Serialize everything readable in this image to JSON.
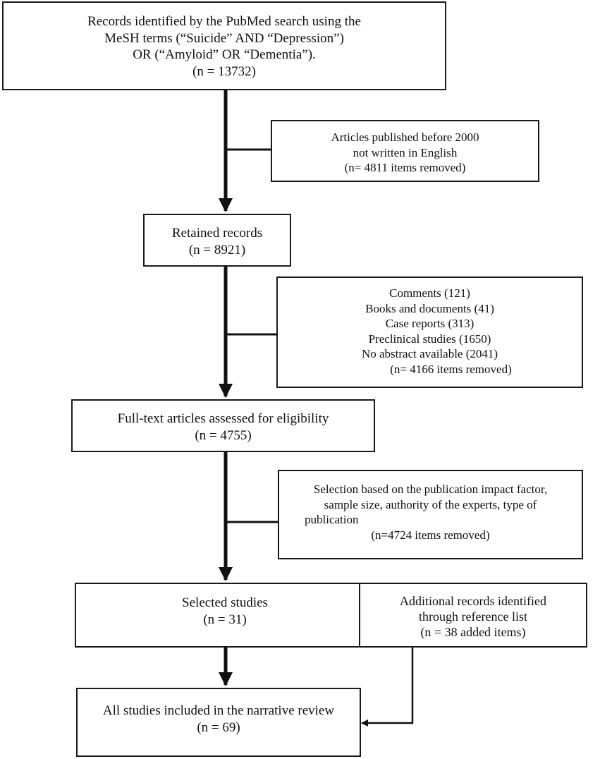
{
  "flowchart": {
    "boxes": {
      "search": {
        "lines": [
          "Records identified by the PubMed search using the",
          "MeSH terms (“Suicide” AND “Depression”)",
          "OR (“Amyloid” OR “Dementia”).",
          "(n = 13732)"
        ]
      },
      "excluded_language": {
        "lines": [
          "Articles published before 2000",
          "not written in English",
          "(n= 4811 items removed)"
        ]
      },
      "retained": {
        "lines": [
          "Retained records",
          "(n = 8921)"
        ]
      },
      "excluded_types": {
        "lines": [
          "Comments (121)",
          "Books and documents (41)",
          "Case reports (313)",
          "Preclinical studies (1650)",
          "No abstract available (2041)",
          "(n= 4166 items removed)"
        ]
      },
      "fulltext": {
        "lines": [
          "Full-text articles assessed for eligibility",
          "(n = 4755)"
        ]
      },
      "excluded_selection": {
        "lines": [
          "Selection based on the publication impact factor,",
          "sample size, authority of the experts, type of",
          "publication",
          "(n=4724 items removed)"
        ]
      },
      "selected": {
        "lines": [
          "Selected studies",
          "(n = 31)"
        ]
      },
      "additional": {
        "lines": [
          "Additional records identified",
          "through reference list",
          "(n = 38 added items)"
        ]
      },
      "included": {
        "lines": [
          "All studies included in the narrative review",
          "(n = 69)"
        ]
      }
    },
    "colors": {
      "line": "#111111",
      "border": "#1a1a1a",
      "background": "#ffffff"
    }
  }
}
